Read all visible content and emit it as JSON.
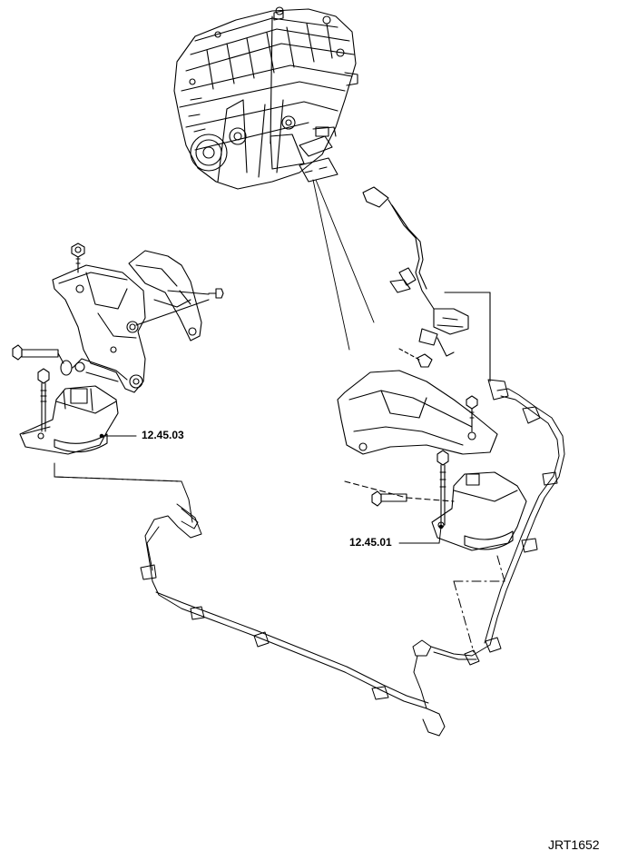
{
  "diagram": {
    "callouts": [
      {
        "id": "left-mount",
        "label": "12.45.03"
      },
      {
        "id": "right-mount",
        "label": "12.45.01"
      }
    ],
    "reference_code": "JRT1652"
  }
}
